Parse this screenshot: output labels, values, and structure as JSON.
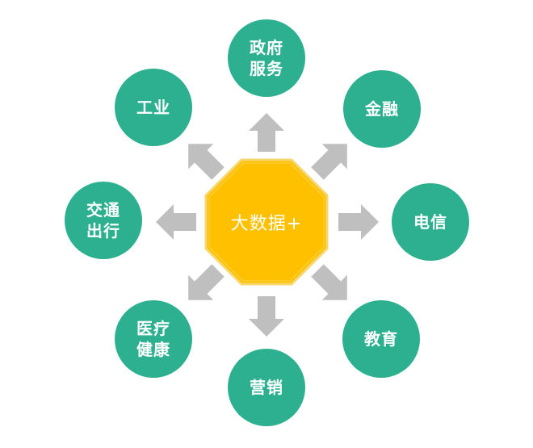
{
  "diagram": {
    "title": "大数据+",
    "colors": {
      "center_fill": "#FFC000",
      "center_border": "#F5D76E",
      "node_fill": "#2CB08F",
      "arrow": "#BFBFBF",
      "text": "#FFFFFF"
    },
    "center": {
      "label": "大数据+"
    },
    "nodes": [
      {
        "id": "gov",
        "lines": [
          "政府",
          "服务"
        ],
        "position": "top"
      },
      {
        "id": "finance",
        "lines": [
          "金融"
        ],
        "position": "top-right"
      },
      {
        "id": "telecom",
        "lines": [
          "电信"
        ],
        "position": "right"
      },
      {
        "id": "education",
        "lines": [
          "教育"
        ],
        "position": "bottom-right"
      },
      {
        "id": "marketing",
        "lines": [
          "营销"
        ],
        "position": "bottom"
      },
      {
        "id": "healthcare",
        "lines": [
          "医疗",
          "健康"
        ],
        "position": "bottom-left"
      },
      {
        "id": "transport",
        "lines": [
          "交通",
          "出行"
        ],
        "position": "left"
      },
      {
        "id": "industry",
        "lines": [
          "工业"
        ],
        "position": "top-left"
      }
    ]
  }
}
